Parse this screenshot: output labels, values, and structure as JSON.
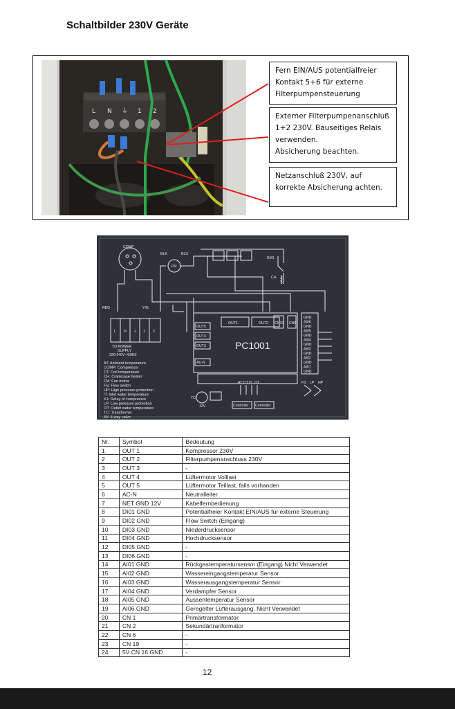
{
  "title": "Schaltbilder 230V Geräte",
  "photo": {
    "terminal_labels": [
      "L",
      "N",
      "⏚",
      "1",
      "2"
    ],
    "callouts": [
      {
        "lines": [
          "Fern EIN/AUS potentialfreier",
          "Kontakt 5+6 für externe",
          "Filterpumpensteuerung"
        ]
      },
      {
        "lines": [
          "Externer Filterpumpenanschluß",
          "1+2 230V. Bauseitiges Relais",
          "verwenden.",
          "Absicherung beachten."
        ]
      },
      {
        "lines": [
          "Netzanschluß 230V, auf",
          "korrekte Absicherung achten."
        ]
      }
    ],
    "colors": {
      "arrow": "#e11d1d",
      "frame": "#000000"
    }
  },
  "diagram": {
    "board_label": "PC1001",
    "legend": [
      "AT: Ambient temperature",
      "COMP: Compressor",
      "CT: Coil temperature",
      "CH: Crankcase heater",
      "FM: Fan motor",
      "FS: Flow switch",
      "HP: High pressure protection",
      "IT: Inlet water temperature",
      "K1: Relay of compressor",
      "LP: Low pressure protection",
      "OT: Outlet water temperature",
      "TC: Transformer",
      "4V: 4 way valve"
    ],
    "power_label": [
      "TO POWER",
      "SUPPLY",
      "220-240V~/50HZ"
    ],
    "terminal_labels": [
      "L",
      "N",
      "⏚",
      "1",
      "2"
    ],
    "out_labels": [
      "OUT5",
      "OUT4",
      "OUT3",
      "AC-N"
    ],
    "top_out_labels": [
      "OUT1",
      "OUT2"
    ],
    "right_labels": [
      "GND",
      "AI06",
      "GND",
      "AI05",
      "GND",
      "AI04",
      "GND",
      "AI03",
      "GND",
      "AI02",
      "GND",
      "AI01",
      "GND"
    ],
    "small_labels": [
      "COMP",
      "FM",
      "KM1",
      "CH",
      "CN19",
      "CN6",
      "TC",
      "12V",
      "Controller",
      "Controller",
      "AT",
      "CT",
      "IT",
      "OT",
      "FS",
      "LP",
      "HP",
      "BLK",
      "BLU",
      "RED",
      "Y/G"
    ],
    "colors": {
      "bg": "#2e3238",
      "line": "#e8ecef"
    }
  },
  "table": {
    "headers": [
      "Nr.",
      "Symbol",
      "Bedeutung"
    ],
    "rows": [
      [
        "1",
        "OUT 1",
        "Kompressor 230V"
      ],
      [
        "2",
        "OUT 2",
        "Filterpumpenanschluss 230V"
      ],
      [
        "3",
        "OUT 3",
        "-"
      ],
      [
        "4",
        "OUT 4",
        "Lüftermotor Volllast"
      ],
      [
        "5",
        "OUT 5",
        "Lüftermotor Teillast, falls vorhanden"
      ],
      [
        "6",
        "AC-N",
        "Neutralleiter"
      ],
      [
        "7",
        "NET GND 12V",
        "Kabelfernbedienung"
      ],
      [
        "8",
        "DI01 GND",
        "Potentialfreier Kontakt EIN/AUS für externe Steuerung"
      ],
      [
        "9",
        "DI02 GND",
        "Flow Switch (Eingang)"
      ],
      [
        "10",
        "DI03 GND",
        "Niederdrucksensor"
      ],
      [
        "11",
        "DI04 GND",
        "Hochdrucksensor"
      ],
      [
        "12",
        "DI05 GND",
        "-"
      ],
      [
        "13",
        "DI06 GND",
        "-"
      ],
      [
        "14",
        "AI01 GND",
        "Rückgastemperatursensor (Eingang) Nicht Verwendet"
      ],
      [
        "15",
        "AI02 GND",
        "Wassereingangstemperatur Sensor"
      ],
      [
        "16",
        "AI03 GND",
        "Wasserausgangstemperatur Sensor"
      ],
      [
        "17",
        "AI04 GND",
        "Verdampfer Sensor"
      ],
      [
        "18",
        "AI05 GND",
        "Aussentemperatur Sensor"
      ],
      [
        "19",
        "AI06 GND",
        "Geregelter Lüfterausgang, Nicht Verwendet"
      ],
      [
        "20",
        "CN 1",
        "Primärtransformator"
      ],
      [
        "21",
        "CN 2",
        "Sekundärtranformator"
      ],
      [
        "22",
        "CN 6",
        "-"
      ],
      [
        "23",
        "CN 19",
        "-"
      ],
      [
        "24",
        "5V CN 16 GND",
        "-"
      ]
    ]
  },
  "page_number": "12"
}
